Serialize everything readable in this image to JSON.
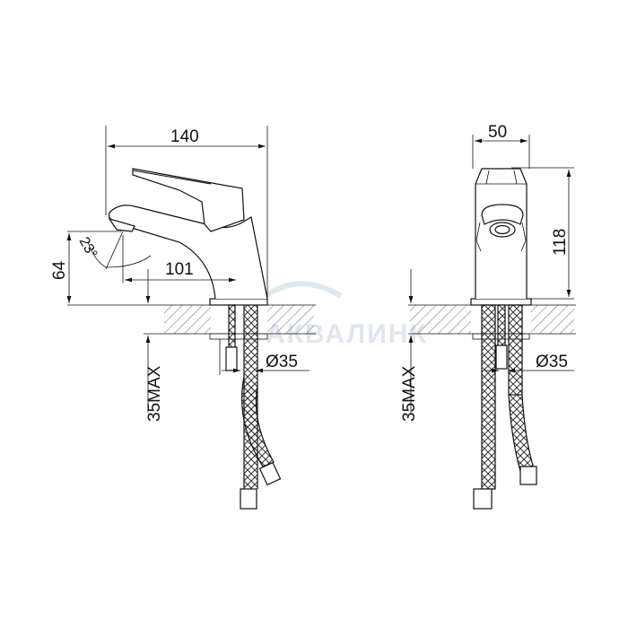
{
  "watermark": "АКВАЛИНК",
  "side_view": {
    "width_label": "140",
    "height_label": "64",
    "reach_label": "101",
    "angle_label": "23°",
    "counter_label": "35MAX",
    "hole_label": "Ø35"
  },
  "front_view": {
    "width_label": "50",
    "height_label": "118",
    "counter_label": "35MAX",
    "hole_label": "Ø35"
  },
  "colors": {
    "line": "#111111",
    "watermark": "#c9d8e6"
  }
}
